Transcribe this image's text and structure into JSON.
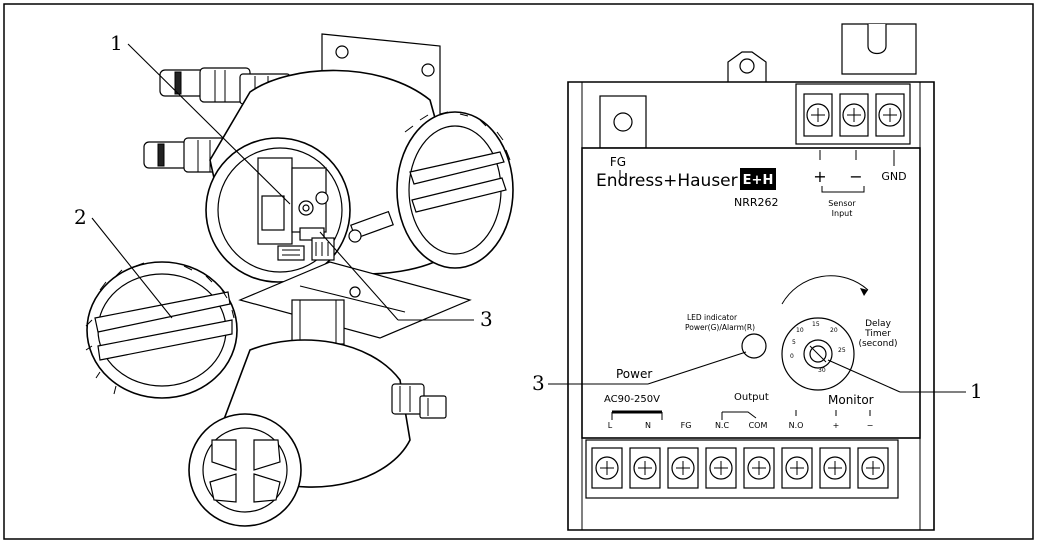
{
  "callouts": {
    "left": {
      "c1": "1",
      "c2": "2",
      "c3": "3"
    },
    "right": {
      "c1": "1",
      "c3": "3"
    }
  },
  "panel": {
    "fg_label": "FG",
    "brand": "Endress+Hauser",
    "logo": "E+H",
    "model": "NRR262",
    "plus": "+",
    "minus": "−",
    "gnd": "GND",
    "sensor_line1": "Sensor",
    "sensor_line2": "Input",
    "led_line1": "LED indicator",
    "led_line2": "Power(G)/Alarm(R)",
    "delay_line1": "Delay",
    "delay_line2": "Timer",
    "delay_line3": "(second)",
    "dial_ticks": [
      "0",
      "5",
      "10",
      "15",
      "20",
      "25",
      "30"
    ],
    "power_label": "Power",
    "voltage": "AC90-250V",
    "output_label": "Output",
    "monitor_label": "Monitor",
    "bottom_terminals": [
      "L",
      "N",
      "FG",
      "N.C",
      "COM",
      "N.O",
      "+",
      "−"
    ]
  }
}
